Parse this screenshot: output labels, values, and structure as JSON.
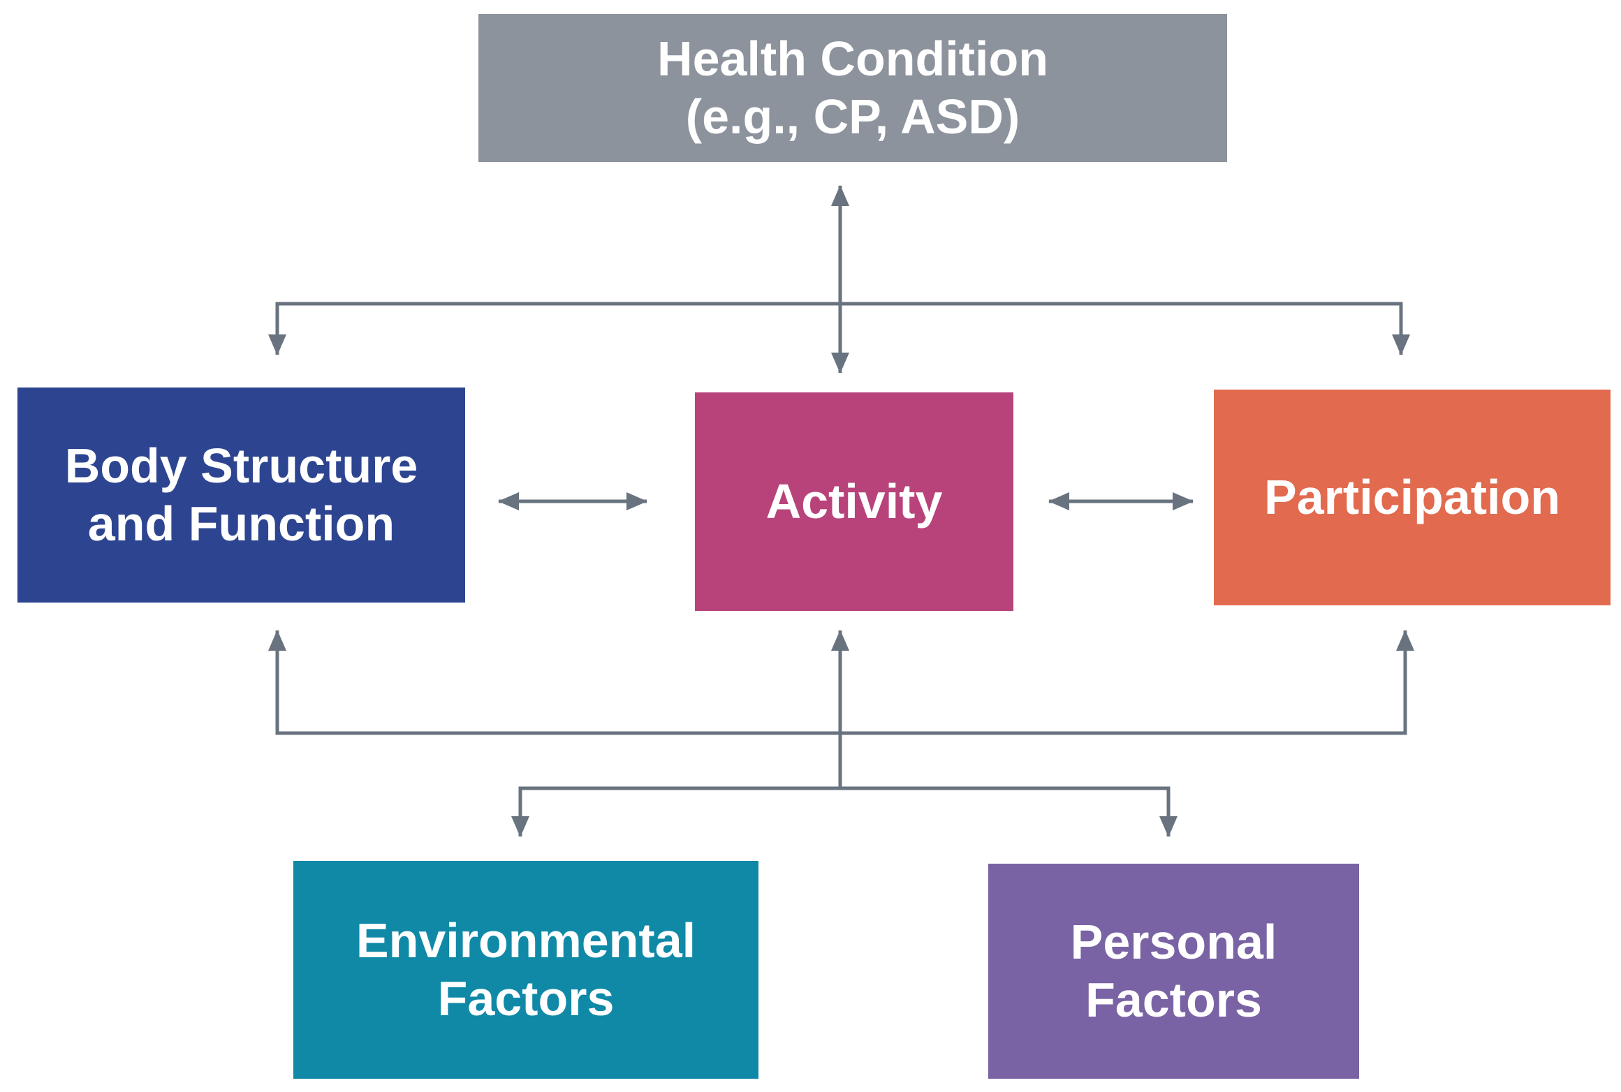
{
  "diagram": {
    "nodes": {
      "health_condition": {
        "line1": "Health Condition",
        "line2": "(e.g., CP, ASD)"
      },
      "body_structure_function": {
        "line1": "Body Structure",
        "line2": "and Function"
      },
      "activity": {
        "line1": "Activity"
      },
      "participation": {
        "line1": "Participation"
      },
      "environmental_factors": {
        "line1": "Environmental",
        "line2": "Factors"
      },
      "personal_factors": {
        "line1": "Personal",
        "line2": "Factors"
      }
    },
    "edges": [
      {
        "between": [
          "Health Condition",
          "Activity"
        ],
        "style": "double-headed-vertical"
      },
      {
        "between": [
          "Health Condition",
          "Body Structure and Function"
        ],
        "style": "arrow-into-second"
      },
      {
        "between": [
          "Health Condition",
          "Participation"
        ],
        "style": "arrow-into-second"
      },
      {
        "between": [
          "Body Structure and Function",
          "Activity"
        ],
        "style": "double-headed-horizontal"
      },
      {
        "between": [
          "Activity",
          "Participation"
        ],
        "style": "double-headed-horizontal"
      },
      {
        "between": [
          "Factors trunk",
          "Body Structure and Function"
        ],
        "style": "arrow-into-second"
      },
      {
        "between": [
          "Factors trunk",
          "Activity"
        ],
        "style": "arrow-into-second"
      },
      {
        "between": [
          "Factors trunk",
          "Participation"
        ],
        "style": "arrow-into-second"
      },
      {
        "between": [
          "Factors trunk",
          "Environmental Factors"
        ],
        "style": "arrow-into-second"
      },
      {
        "between": [
          "Factors trunk",
          "Personal Factors"
        ],
        "style": "arrow-into-second"
      }
    ]
  },
  "colors": {
    "page_bg": "#ffffff",
    "text": "#ffffff",
    "arrow": "#697380",
    "health_condition": "#8C939D",
    "body_structure_function": "#2D4590",
    "activity": "#B8437B",
    "participation": "#E16A4F",
    "environmental_factors": "#1089A7",
    "personal_factors": "#7963A4"
  }
}
